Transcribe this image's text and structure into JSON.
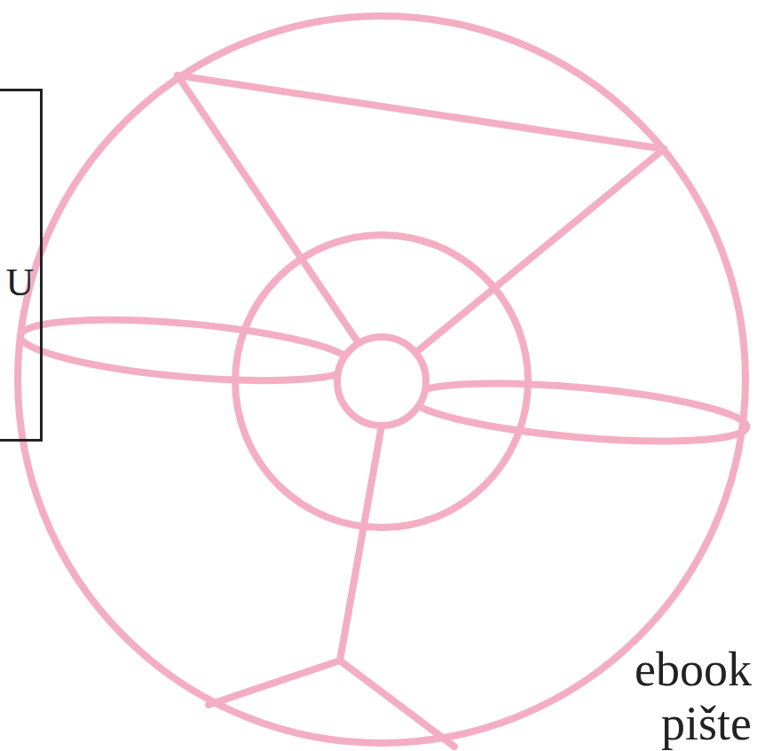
{
  "diagram": {
    "nodes": [
      {
        "text": [
          "U"
        ]
      }
    ],
    "labels": [
      "ebook",
      "pište"
    ]
  }
}
